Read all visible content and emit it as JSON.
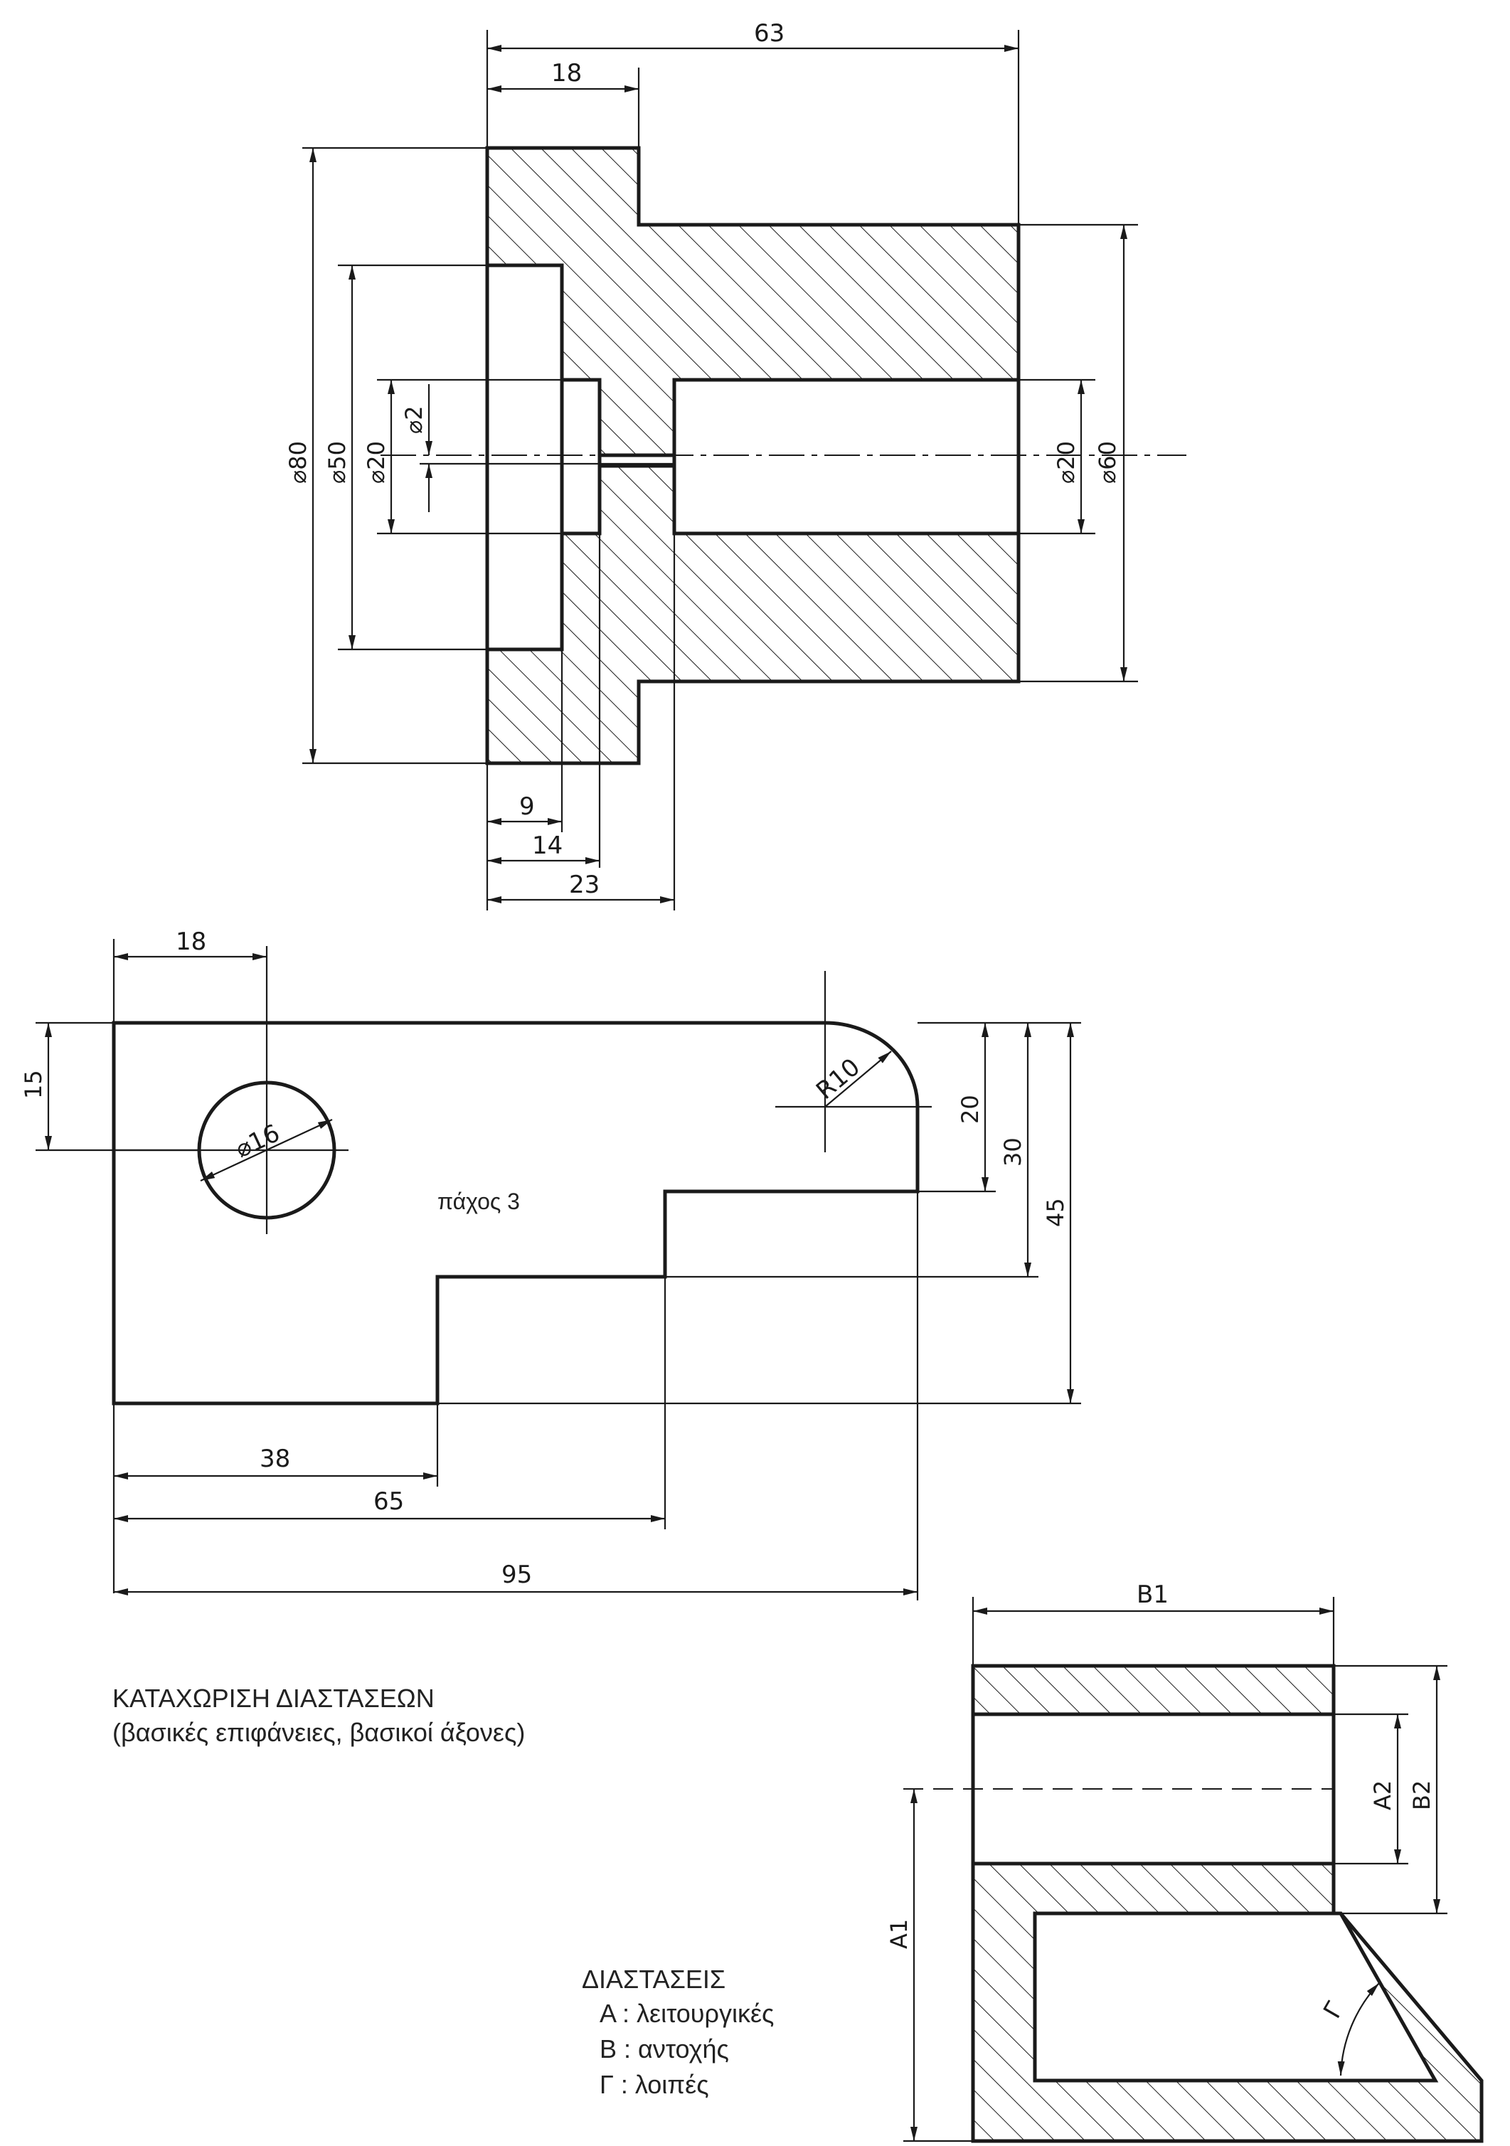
{
  "top_view": {
    "dims": {
      "d63": "63",
      "d18": "18",
      "d9": "9",
      "d14": "14",
      "d23": "23",
      "phi80": "⌀80",
      "phi50": "⌀50",
      "phi20_left": "⌀20",
      "phi2": "⌀2",
      "phi20_right": "⌀20",
      "phi60": "⌀60"
    }
  },
  "plate": {
    "dims": {
      "d18": "18",
      "d15": "15",
      "hole": "⌀16",
      "radius": "R10",
      "d20": "20",
      "d30": "30",
      "d45": "45",
      "d38": "38",
      "d65": "65",
      "d95": "95"
    },
    "thickness_note": "πάχος 3"
  },
  "caption": {
    "title": "ΚΑΤΑΧΩΡΙΣΗ ΔΙΑΣΤΑΣΕΩΝ",
    "subtitle": "(βασικές επιφάνειες, βασικοί άξονες)"
  },
  "legend": {
    "heading": "ΔΙΑΣΤΑΣΕΙΣ",
    "items": [
      "Α : λειτουργικές",
      "Β : αντοχής",
      "Γ : λοιπές"
    ]
  },
  "bracket": {
    "dims": {
      "b1": "B1",
      "a2": "A2",
      "b2": "B2",
      "a1": "A1",
      "gamma": "Γ"
    }
  }
}
